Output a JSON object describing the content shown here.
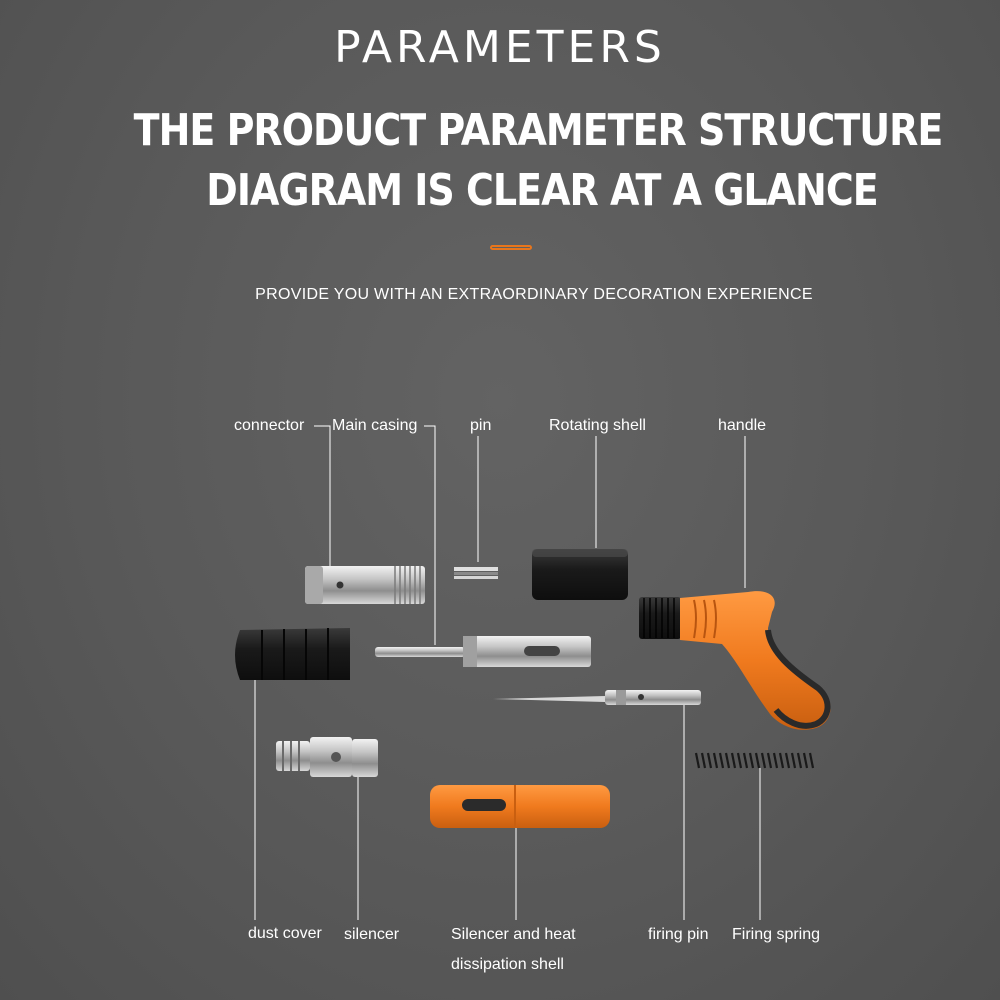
{
  "header": {
    "title": "PARAMETERS",
    "subtitle_line1": "THE PRODUCT PARAMETER STRUCTURE",
    "subtitle_line2": "DIAGRAM IS CLEAR AT A GLANCE",
    "tagline": "PROVIDE YOU WITH AN EXTRAORDINARY DECORATION EXPERIENCE"
  },
  "labels": {
    "connector": "connector",
    "main_casing": "Main casing",
    "pin": "pin",
    "rotating_shell": "Rotating shell",
    "handle": "handle",
    "dust_cover": "dust cover",
    "silencer": "silencer",
    "heat_shell_line1": "Silencer and heat",
    "heat_shell_line2": "dissipation shell",
    "firing_pin": "firing pin",
    "firing_spring": "Firing spring"
  },
  "colors": {
    "accent": "#e8761c",
    "orange_part": "#f07a1e",
    "metal": "#c9c9c9",
    "black_part": "#1f1f1f",
    "background": "#5a5a5a"
  }
}
